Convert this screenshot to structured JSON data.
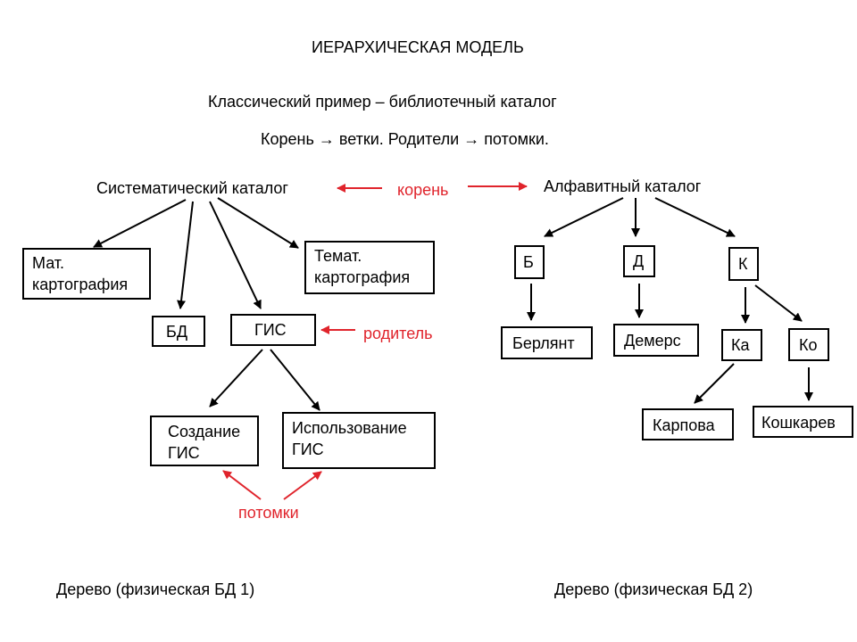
{
  "heading": "ИЕРАРХИЧЕСКАЯ МОДЕЛЬ",
  "subtitle": "Классический пример – библиотечный каталог",
  "line2": "Корень → ветки. Родители → потомки.",
  "left_tree": {
    "root": "Систематический каталог",
    "mat": [
      "Мат.",
      "картография"
    ],
    "temat": [
      "Темат.",
      "картография"
    ],
    "bd": "БД",
    "gis": "ГИС",
    "create": [
      "Создание",
      "ГИС"
    ],
    "use": [
      "Использование",
      "ГИС"
    ],
    "caption": "Дерево (физическая БД 1)"
  },
  "right_tree": {
    "root": "Алфавитный каталог",
    "b": "Б",
    "d": "Д",
    "k": "К",
    "berlyant": "Берлянт",
    "demers": "Демерс",
    "ka": "Ка",
    "ko": "Ко",
    "karpova": "Карпова",
    "koshkarev": "Кошкарев",
    "caption": "Дерево (физическая БД 2)"
  },
  "annotations": {
    "root_label": "корень",
    "parent_label": "родитель",
    "children_label": "потомки"
  },
  "colors": {
    "annotation": "#e0242c",
    "line": "#000000"
  }
}
